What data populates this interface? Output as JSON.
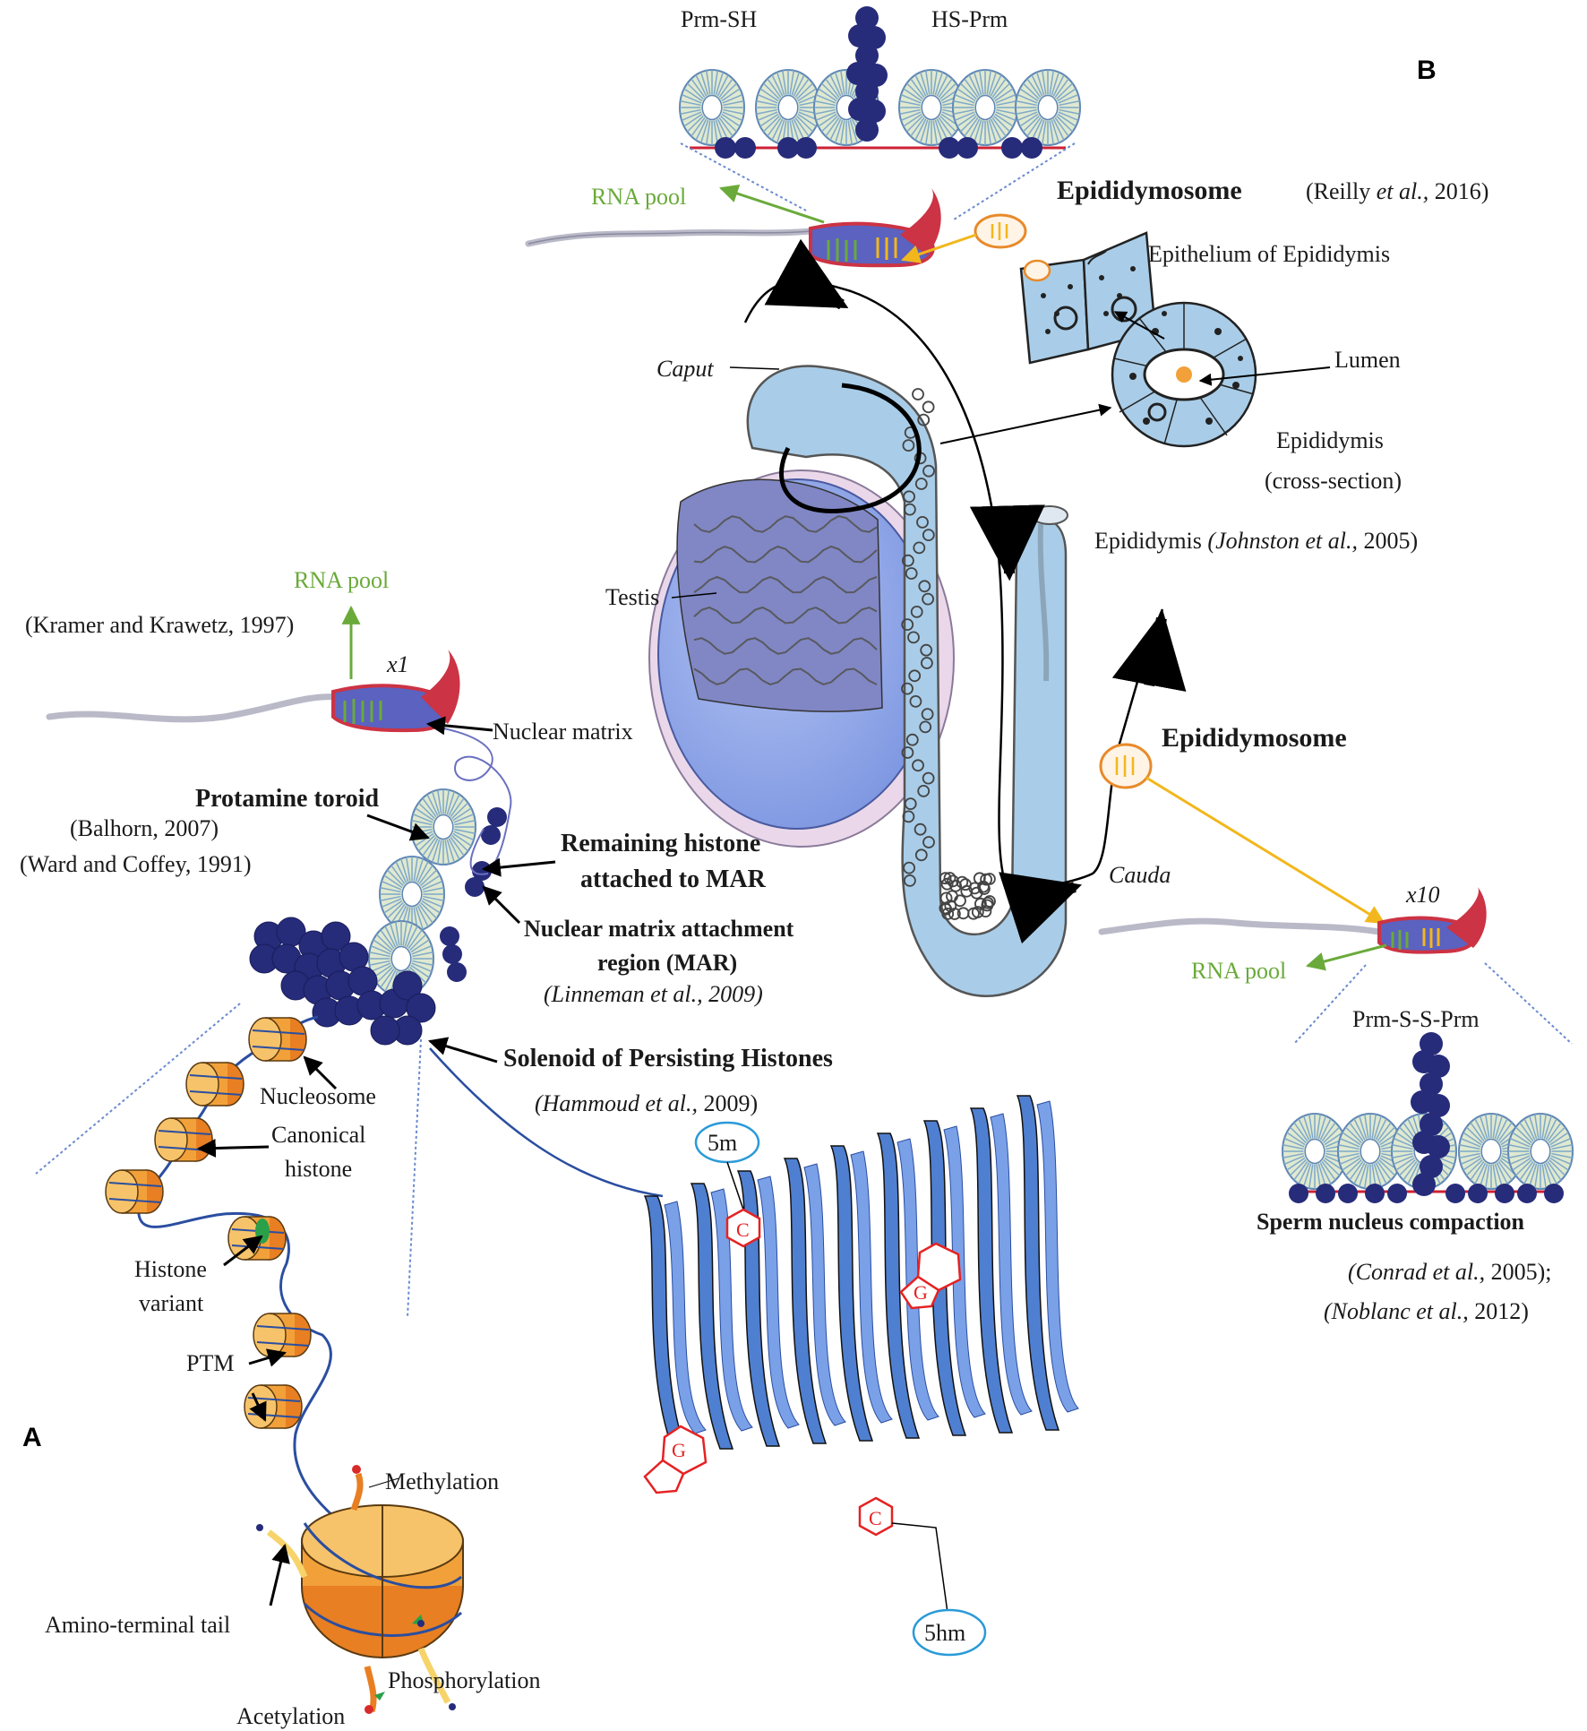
{
  "panels": {
    "a": "A",
    "b": "B"
  },
  "labels": {
    "prm_sh": "Prm-SH",
    "hs_prm": "HS-Prm",
    "rna_pool_top": "RNA pool",
    "epididymosome_top": "Epididymosome",
    "reilly_pre": "(Reilly ",
    "reilly_etal": "et al.,",
    "reilly_year": " 2016)",
    "epithelium": "Epithelium of Epididymis",
    "lumen": "Lumen",
    "epididymis_cs1": "Epididymis",
    "epididymis_cs2": "(cross-section)",
    "caput": "Caput",
    "testis": "Testis",
    "epididymis_label": "Epididymis ",
    "johnston_pre": "(Johnston ",
    "johnston_etal": "et al.,",
    "johnston_year": " 2005)",
    "rna_pool_left": "RNA pool",
    "kramer": "(Kramer and Krawetz, 1997)",
    "x1": "x1",
    "nuclear_matrix": "Nuclear matrix",
    "protamine_toroid": "Protamine toroid",
    "balhorn": "(Balhorn, 2007)",
    "ward": "(Ward and Coffey, 1991)",
    "remaining_histone1": "Remaining histone",
    "remaining_histone2": "attached to MAR",
    "nmar1": "Nuclear matrix attachment",
    "nmar2": "region (MAR)",
    "linneman_pre": "(Linneman et al.,",
    "linneman_year": " 2009)",
    "solenoid": "Solenoid of Persisting Histones",
    "hammoud_pre": "(Hammoud ",
    "hammoud_etal": "et al.,",
    "hammoud_year": " 2009)",
    "nucleosome": "Nucleosome",
    "canonical1": "Canonical",
    "canonical2": "histone",
    "histone_variant1": "Histone",
    "histone_variant2": "variant",
    "ptm": "PTM",
    "methylation": "Methylation",
    "amino_tail": "Amino-terminal tail",
    "phosphorylation": "Phosphorylation",
    "acetylation": "Acetylation",
    "epididymosome_mid": "Epididymosome",
    "cauda": "Cauda",
    "x10": "x10",
    "rna_pool_right": "RNA pool",
    "prm_ss_prm": "Prm-S-S-Prm",
    "compaction": "Sperm nucleus compaction",
    "conrad_pre": "(Conrad ",
    "conrad_etal": "et al.,",
    "conrad_year": " 2005);",
    "noblanc_pre": "(Noblanc ",
    "noblanc_etal": "et al.,",
    "noblanc_year": " 2012)",
    "m5": "5m",
    "hm5": "5hm",
    "base_c": "C",
    "base_g": "G"
  },
  "colors": {
    "nucleus": "#5b62c0",
    "cap": "#cc3344",
    "protamine": "#262b7a",
    "toroid": "#7fa8c8",
    "dna": "#4f7fd0",
    "histone": "#f2a13a",
    "testis": "#8aa4e8",
    "epididymis": "#a9cde8",
    "rna": "#6aaa3a",
    "vesicle": "#e88a2a",
    "arrow_yellow": "#f2b71d",
    "base_red": "#e52222",
    "mark_blue": "#2a9ad8"
  }
}
